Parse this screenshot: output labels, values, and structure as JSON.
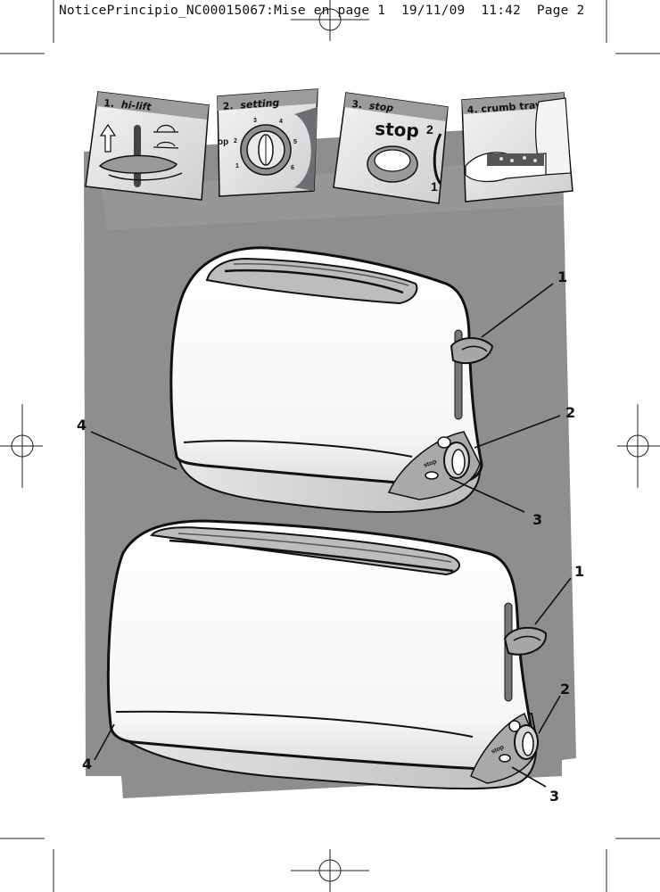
{
  "header": {
    "filename": "NoticePrincipio_NC00015067:Mise en page 1",
    "date": "19/11/09",
    "time": "11:42",
    "page": "Page 2"
  },
  "panels": [
    {
      "number": "1.",
      "label": "hi-lift"
    },
    {
      "number": "2.",
      "label": "setting",
      "dial_numbers": [
        "1",
        "2",
        "3",
        "4",
        "5",
        "6"
      ],
      "side_text": "op"
    },
    {
      "number": "3.",
      "label": "stop",
      "button_text": "stop",
      "side_numbers": [
        "2",
        "1"
      ]
    },
    {
      "number": "4.",
      "label": "crumb tray"
    }
  ],
  "callouts": {
    "small_toaster": [
      "1",
      "2",
      "3",
      "4"
    ],
    "large_toaster": [
      "1",
      "2",
      "3",
      "4"
    ]
  },
  "stop_button_text": "stop",
  "colors": {
    "background_block": "#8e8e91",
    "panel_shadow": "#a5a5a8",
    "outline": "#111111"
  }
}
